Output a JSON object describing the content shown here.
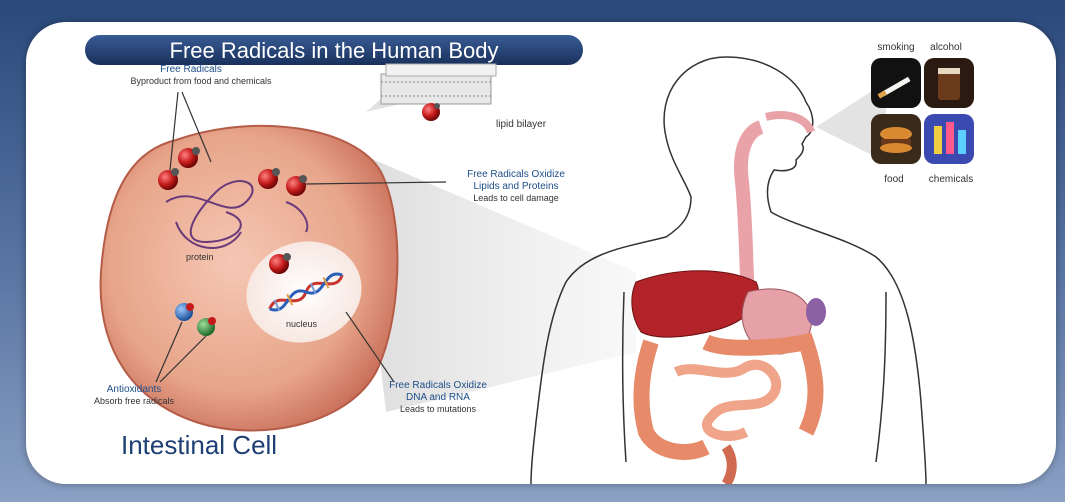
{
  "title": "Free Radicals in the Human Body",
  "cell_title": "Intestinal Cell",
  "labels": {
    "free_radicals": "Free Radicals",
    "free_radicals_sub": "Byproduct from food and chemicals",
    "lipid_bilayer": "lipid bilayer",
    "oxidize_lipids_1": "Free Radicals Oxidize",
    "oxidize_lipids_2": "Lipids and Proteins",
    "oxidize_lipids_sub": "Leads to cell damage",
    "protein": "protein",
    "nucleus": "nucleus",
    "antioxidants": "Antioxidants",
    "antioxidants_sub": "Absorb free radicals",
    "oxidize_dna_1": "Free Radicals Oxidize",
    "oxidize_dna_2": "DNA and RNA",
    "oxidize_dna_sub": "Leads to mutations"
  },
  "sources": {
    "smoking": "smoking",
    "alcohol": "alcohol",
    "food": "food",
    "chemicals": "chemicals"
  },
  "colors": {
    "title_banner": "#1f3f73",
    "label_blue": "#1e4f8a",
    "cell": "#e7a58a",
    "free_radical": "#c41a1a",
    "antioxidant_blue": "#2a6cc4",
    "antioxidant_green": "#2f8a3a"
  }
}
